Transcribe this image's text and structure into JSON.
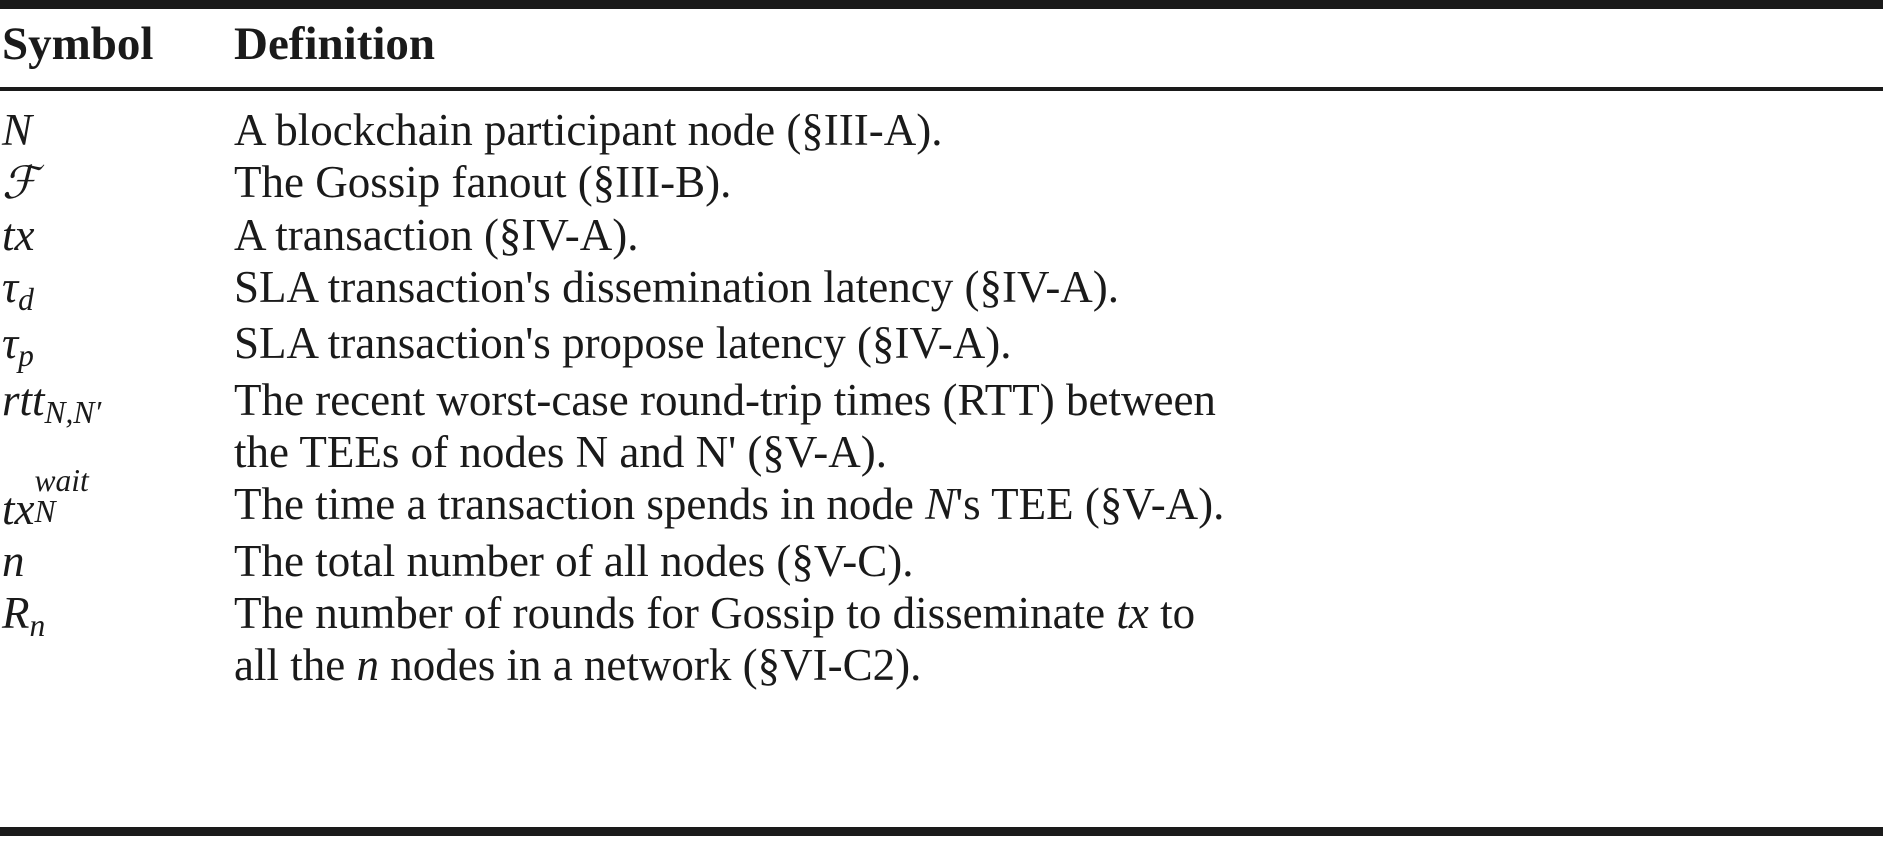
{
  "table": {
    "headers": {
      "symbol": "Symbol",
      "definition": "Definition"
    },
    "rows": [
      {
        "symbol_plain": "N",
        "symbol_base": "N",
        "definition": "A blockchain participant node (§III-A)."
      },
      {
        "symbol_plain": "F",
        "symbol_base": "ℱ",
        "definition": "The Gossip fanout (§III-B)."
      },
      {
        "symbol_plain": "tx",
        "symbol_base": "tx",
        "definition": "A transaction (§IV-A)."
      },
      {
        "symbol_plain": "tau_d",
        "symbol_base": "τ",
        "symbol_sub": "d",
        "definition": "SLA transaction's dissemination latency (§IV-A)."
      },
      {
        "symbol_plain": "tau_p",
        "symbol_base": "τ",
        "symbol_sub": "p",
        "definition": "SLA transaction's propose latency (§IV-A)."
      },
      {
        "symbol_plain": "rtt_{N,N'}",
        "symbol_base": "rtt",
        "symbol_sub": "N,N′",
        "definition_line1": "The recent worst-case round-trip times (RTT) between",
        "definition_line2": "the TEEs of nodes N and N' (§V-A)."
      },
      {
        "symbol_plain": "tx^{wait}_N",
        "symbol_base": "tx",
        "symbol_sup": "wait",
        "symbol_sub": "N",
        "definition_pre": "The time a transaction spends in node ",
        "definition_math": "N",
        "definition_post": "'s TEE (§V-A)."
      },
      {
        "symbol_plain": "n",
        "symbol_base": "n",
        "definition": "The total number of all nodes (§V-C)."
      },
      {
        "symbol_plain": "R_n",
        "symbol_base": "R",
        "symbol_sub": "n",
        "definition_pre": "The number of rounds for Gossip to disseminate ",
        "definition_math": "tx",
        "definition_post": " to",
        "definition_line2_pre": "all the ",
        "definition_line2_math": "n",
        "definition_line2_post": " nodes in a network (§VI-C2)."
      }
    ]
  }
}
